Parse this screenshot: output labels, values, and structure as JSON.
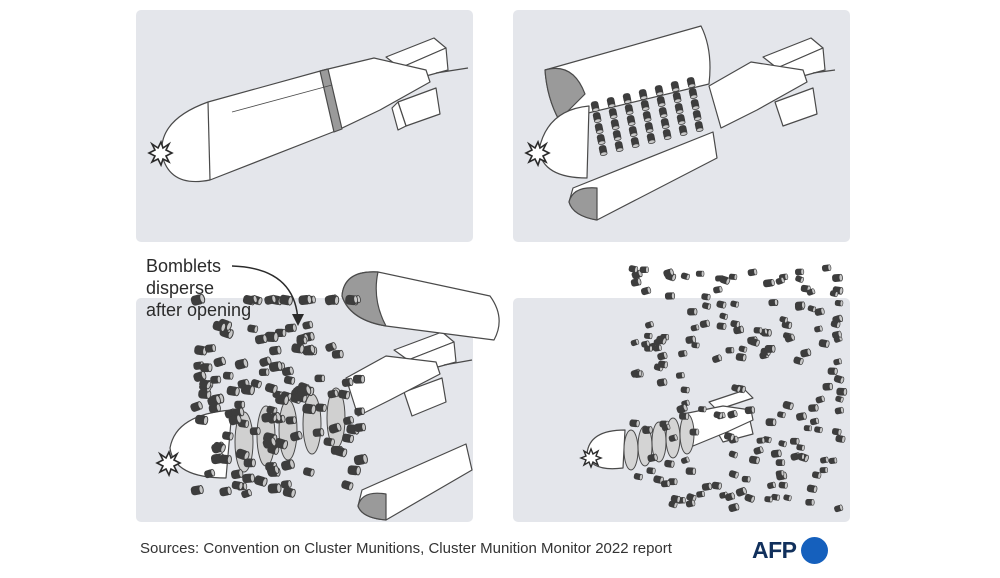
{
  "callout": {
    "line1": "Bomblets",
    "line2": "disperse",
    "line3": "after opening"
  },
  "footer": {
    "sources": "Sources: Convention on Cluster Munitions, Cluster Munition Monitor 2022 report",
    "logo_text": "AFP"
  },
  "colors": {
    "panel_background": "#e4e6eb",
    "outline": "#4a4a4a",
    "bomblet": "#3d3d3d",
    "logo_blue": "#1560bd",
    "logo_text": "#11305c"
  },
  "icons": {
    "fuse": "explosion-burst-icon",
    "arrow": "curved-arrow-icon"
  }
}
